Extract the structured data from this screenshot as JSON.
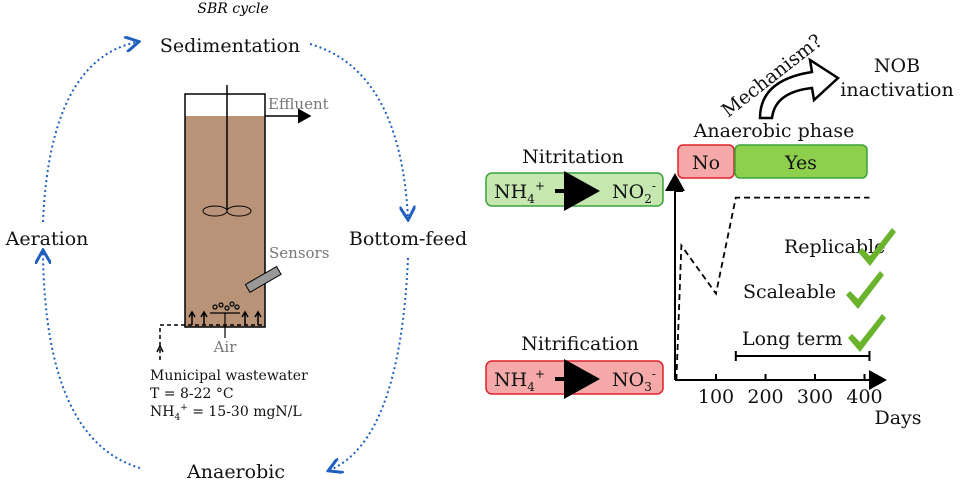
{
  "cycle": {
    "title": "SBR cycle",
    "phases": [
      "Sedimentation",
      "Bottom-feed",
      "Anaerobic",
      "Aeration"
    ],
    "arrow_color": "#1f5fbf"
  },
  "reactor": {
    "effluent": "Effluent",
    "sensors": "Sensors",
    "air": "Air",
    "sludge_color": "#b89378",
    "influent": {
      "line1": "Municipal wastewater",
      "line2": "T = 8-22 °C",
      "line3_prefix": "NH",
      "line3_sub": "4",
      "line3_sup": "+",
      "line3_rest": " = 15-30 mgN/L"
    }
  },
  "mechanism": {
    "label": "Mechanism?",
    "result_line1": "NOB",
    "result_line2": "inactivation"
  },
  "processes": {
    "nitritation": {
      "title": "Nitritation",
      "from": "NH",
      "from_sub": "4",
      "from_sup": "+",
      "to": "NO",
      "to_sub": "2",
      "to_sup": "-",
      "color": "#c6e8b0",
      "border": "#3aa33a"
    },
    "nitrification": {
      "title": "Nitrification",
      "from": "NH",
      "from_sub": "4",
      "from_sup": "+",
      "to": "NO",
      "to_sub": "3",
      "to_sup": "-",
      "color": "#f5a9a9",
      "border": "#e0202a"
    }
  },
  "anaerobic_phase": {
    "title": "Anaerobic phase",
    "no": "No",
    "yes": "Yes",
    "no_color": "#f5a9a9",
    "yes_color": "#8fcf4e"
  },
  "chart_data": {
    "type": "line",
    "xlabel": "Days",
    "x_ticks": [
      "100",
      "200",
      "300",
      "400"
    ],
    "series": [
      {
        "x": [
          20,
          30,
          100,
          140,
          410
        ],
        "y": [
          0,
          0.7,
          0.45,
          0.95,
          0.95
        ]
      }
    ],
    "checks": [
      "Replicable",
      "Scaleable",
      "Long term"
    ],
    "long_term_range": [
      140,
      410
    ]
  }
}
